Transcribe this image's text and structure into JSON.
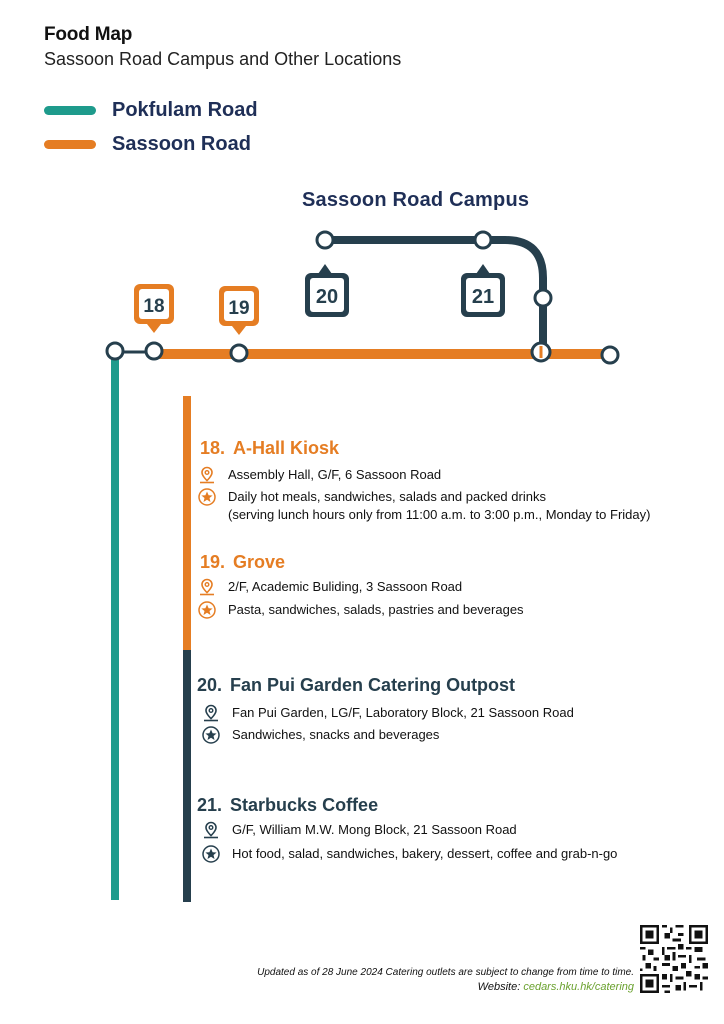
{
  "header": {
    "title": "Food Map",
    "subtitle": "Sassoon Road Campus and Other Locations"
  },
  "legend": [
    {
      "label": "Pokfulam Road",
      "color": "#1e9b8c"
    },
    {
      "label": "Sassoon Road",
      "color": "#e57d23"
    }
  ],
  "map": {
    "campus_label": "Sassoon Road Campus",
    "markers": [
      "18",
      "19",
      "20",
      "21"
    ],
    "colors": {
      "teal": "#1e9b8c",
      "orange": "#e57d23",
      "navy": "#263f4d"
    }
  },
  "outlets": [
    {
      "number": "18.",
      "name": "A-Hall Kiosk",
      "address": "Assembly Hall, G/F, 6 Sassoon Road",
      "description": "Daily hot meals, sandwiches, salads and packed drinks",
      "note": "(serving lunch hours only from 11:00 a.m. to 3:00 p.m., Monday to Friday)"
    },
    {
      "number": "19.",
      "name": "Grove",
      "address": "2/F, Academic Buliding, 3 Sassoon Road",
      "description": "Pasta, sandwiches, salads, pastries and beverages"
    },
    {
      "number": "20.",
      "name": "Fan Pui Garden Catering Outpost",
      "address": "Fan Pui Garden, LG/F,  Laboratory Block, 21 Sassoon Road",
      "description": "Sandwiches, snacks and beverages"
    },
    {
      "number": "21.",
      "name": "Starbucks Coffee",
      "address": "G/F, William M.W. Mong Block, 21 Sassoon Road",
      "description": "Hot food, salad, sandwiches, bakery, dessert, coffee and grab-n-go"
    }
  ],
  "footer": {
    "note": "Updated as of 28 June 2024  Catering outlets are subject to change from time to time.",
    "website_label": "Website: ",
    "website": "cedars.hku.hk/catering"
  }
}
